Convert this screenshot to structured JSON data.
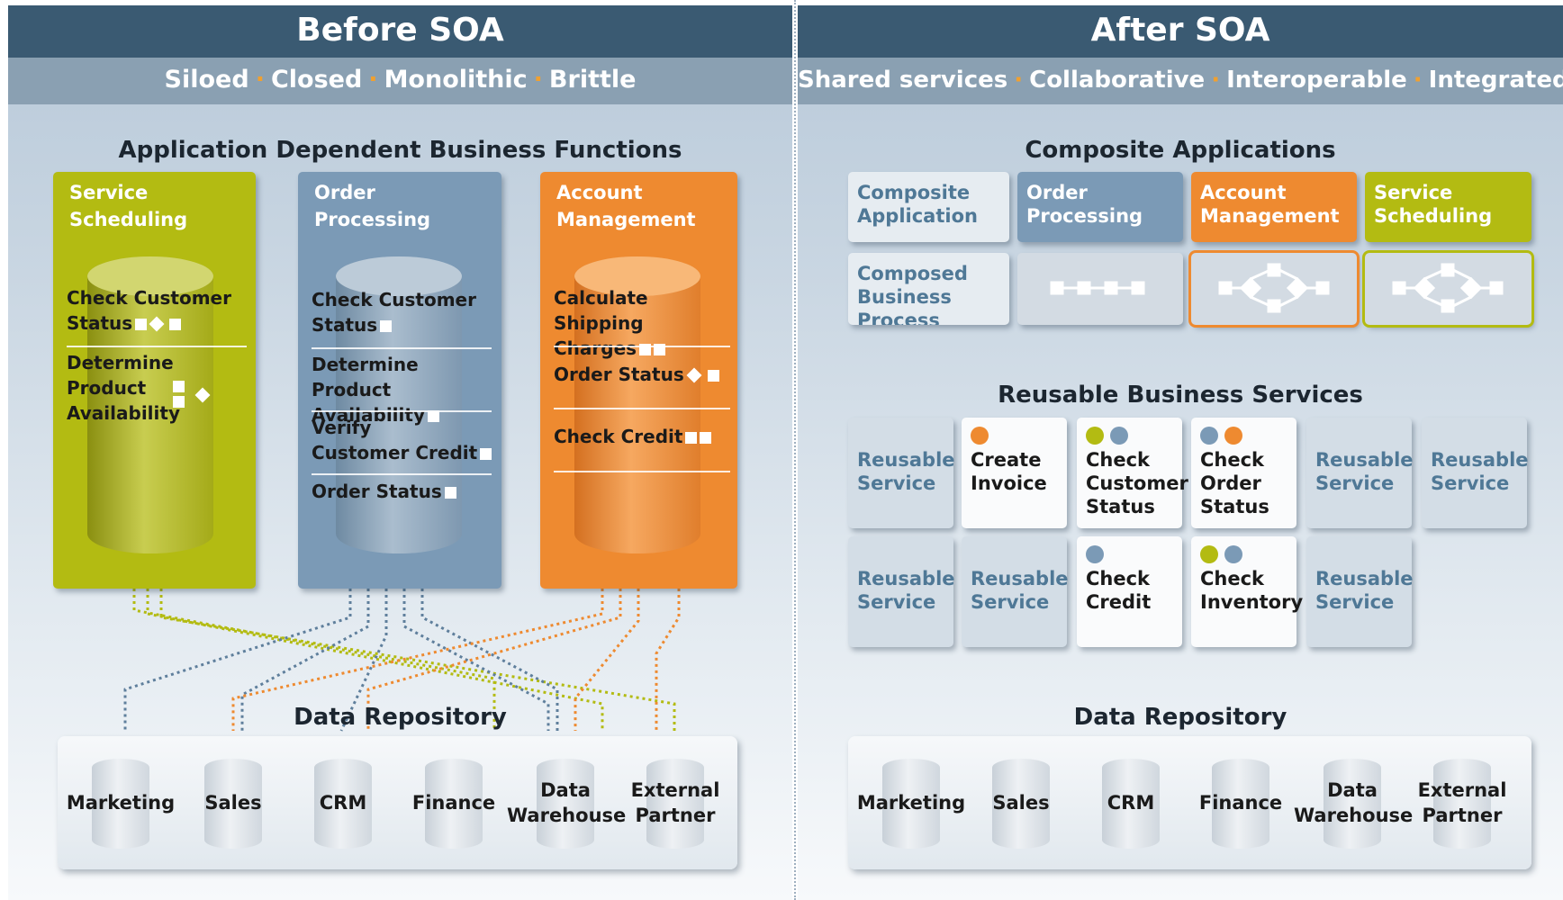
{
  "colors": {
    "header": "#3a5a72",
    "subheader": "#8aa0b2",
    "green": "#b3bb12",
    "blue": "#7b9ab6",
    "orange": "#ee8a30",
    "label_blue": "#4f7896"
  },
  "before": {
    "title": "Before SOA",
    "tagline": [
      "Siloed",
      "Closed",
      "Monolithic",
      "Brittle"
    ],
    "section_title": "Application Dependent Business Functions",
    "apps": [
      {
        "title": "Service\nScheduling",
        "color": "green",
        "functions": [
          "Check Customer\nStatus",
          "Determine Product\nAvailability"
        ]
      },
      {
        "title": "Order\nProcessing",
        "color": "blue",
        "functions": [
          "Check Customer\nStatus",
          "Determine Product\nAvailability",
          "Verify\nCustomer Credit",
          "Order Status"
        ]
      },
      {
        "title": "Account\nManagement",
        "color": "orange",
        "functions": [
          "Calculate Shipping\nCharges",
          "Order Status",
          "Check Credit"
        ]
      }
    ],
    "repo_title": "Data Repository",
    "repositories": [
      "Marketing",
      "Sales",
      "CRM",
      "Finance",
      "Data\nWarehouse",
      "External\nPartner"
    ]
  },
  "after": {
    "title": "After SOA",
    "tagline": [
      "Shared services",
      "Collaborative",
      "Interoperable",
      "Integrated"
    ],
    "composite_title": "Composite Applications",
    "composite_app_label": "Composite\nApplication",
    "composed_process_label": "Composed\nBusiness Process",
    "composite_apps": [
      {
        "title": "Order\nProcessing",
        "color": "blue"
      },
      {
        "title": "Account\nManagement",
        "color": "orange"
      },
      {
        "title": "Service\nScheduling",
        "color": "green"
      }
    ],
    "services_title": "Reusable Business Services",
    "services_row1": [
      {
        "label": "Reusable\nService",
        "dots": []
      },
      {
        "label": "Create\nInvoice",
        "dots": [
          "orange"
        ]
      },
      {
        "label": "Check\nCustomer\nStatus",
        "dots": [
          "green",
          "blue"
        ]
      },
      {
        "label": "Check\nOrder\nStatus",
        "dots": [
          "blue",
          "orange"
        ]
      },
      {
        "label": "Reusable\nService",
        "dots": []
      },
      {
        "label": "Reusable\nService",
        "dots": []
      }
    ],
    "services_row2": [
      {
        "label": "Reusable\nService",
        "dots": []
      },
      {
        "label": "Reusable\nService",
        "dots": []
      },
      {
        "label": "Check\nCredit",
        "dots": [
          "blue"
        ]
      },
      {
        "label": "Check\nInventory",
        "dots": [
          "green",
          "blue"
        ]
      },
      {
        "label": "Reusable\nService",
        "dots": []
      }
    ],
    "repo_title": "Data Repository",
    "repositories": [
      "Marketing",
      "Sales",
      "CRM",
      "Finance",
      "Data\nWarehouse",
      "External\nPartner"
    ]
  }
}
